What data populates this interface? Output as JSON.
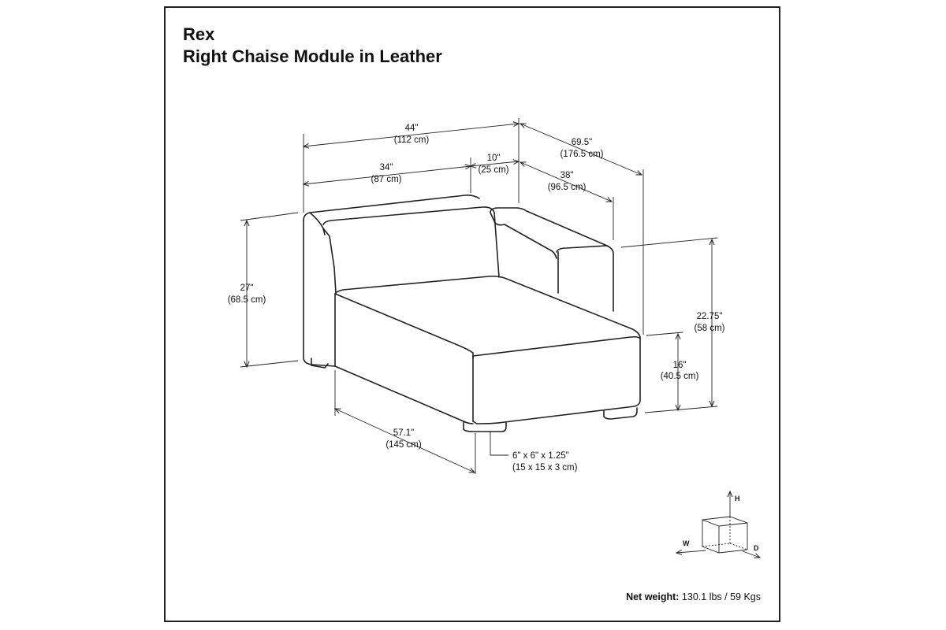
{
  "header": {
    "title": "Rex",
    "subtitle": "Right Chaise Module in Leather"
  },
  "dimensions": {
    "overall_width": {
      "in": "44\"",
      "cm": "(112 cm)"
    },
    "seat_width": {
      "in": "34\"",
      "cm": "(87 cm)"
    },
    "arm_width": {
      "in": "10\"",
      "cm": "(25 cm)"
    },
    "overall_depth": {
      "in": "69.5\"",
      "cm": "(176.5 cm)"
    },
    "arm_depth": {
      "in": "38\"",
      "cm": "(96.5 cm)"
    },
    "overall_height": {
      "in": "27\"",
      "cm": "(68.5 cm)"
    },
    "arm_height": {
      "in": "22.75\"",
      "cm": "(58 cm)"
    },
    "seat_height": {
      "in": "16\"",
      "cm": "(40.5 cm)"
    },
    "chaise_length": {
      "in": "57.1\"",
      "cm": "(145 cm)"
    },
    "leg_size": {
      "in": "6\" x 6\" x 1.25\"",
      "cm": "(15 x 15 x 3 cm)"
    }
  },
  "axis_legend": {
    "h": "H",
    "w": "W",
    "d": "D"
  },
  "footer": {
    "net_weight_label": "Net weight:",
    "net_weight_value": "130.1 lbs / 59 Kgs"
  },
  "colors": {
    "line": "#222222",
    "background": "#ffffff"
  }
}
